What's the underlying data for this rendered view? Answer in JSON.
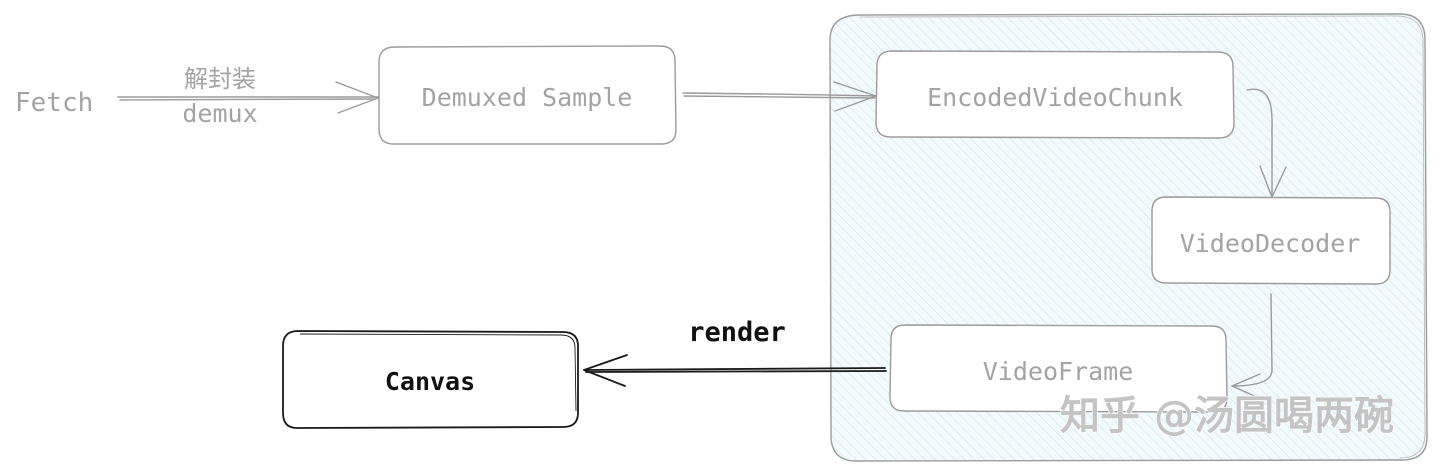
{
  "nodes": {
    "fetch": "Fetch",
    "demuxed_sample": "Demuxed Sample",
    "encoded_video_chunk": "EncodedVideoChunk",
    "video_decoder": "VideoDecoder",
    "video_frame": "VideoFrame",
    "canvas": "Canvas"
  },
  "edges": {
    "demux_cn": "解封装",
    "demux_en": "demux",
    "render": "render"
  },
  "watermark": "知乎 @汤圆喝两碗",
  "colors": {
    "group_fill": "#e8f4f8",
    "gray_stroke": "#9c9c9c",
    "gray_text": "#a3a3a3",
    "dark": "#111111"
  }
}
